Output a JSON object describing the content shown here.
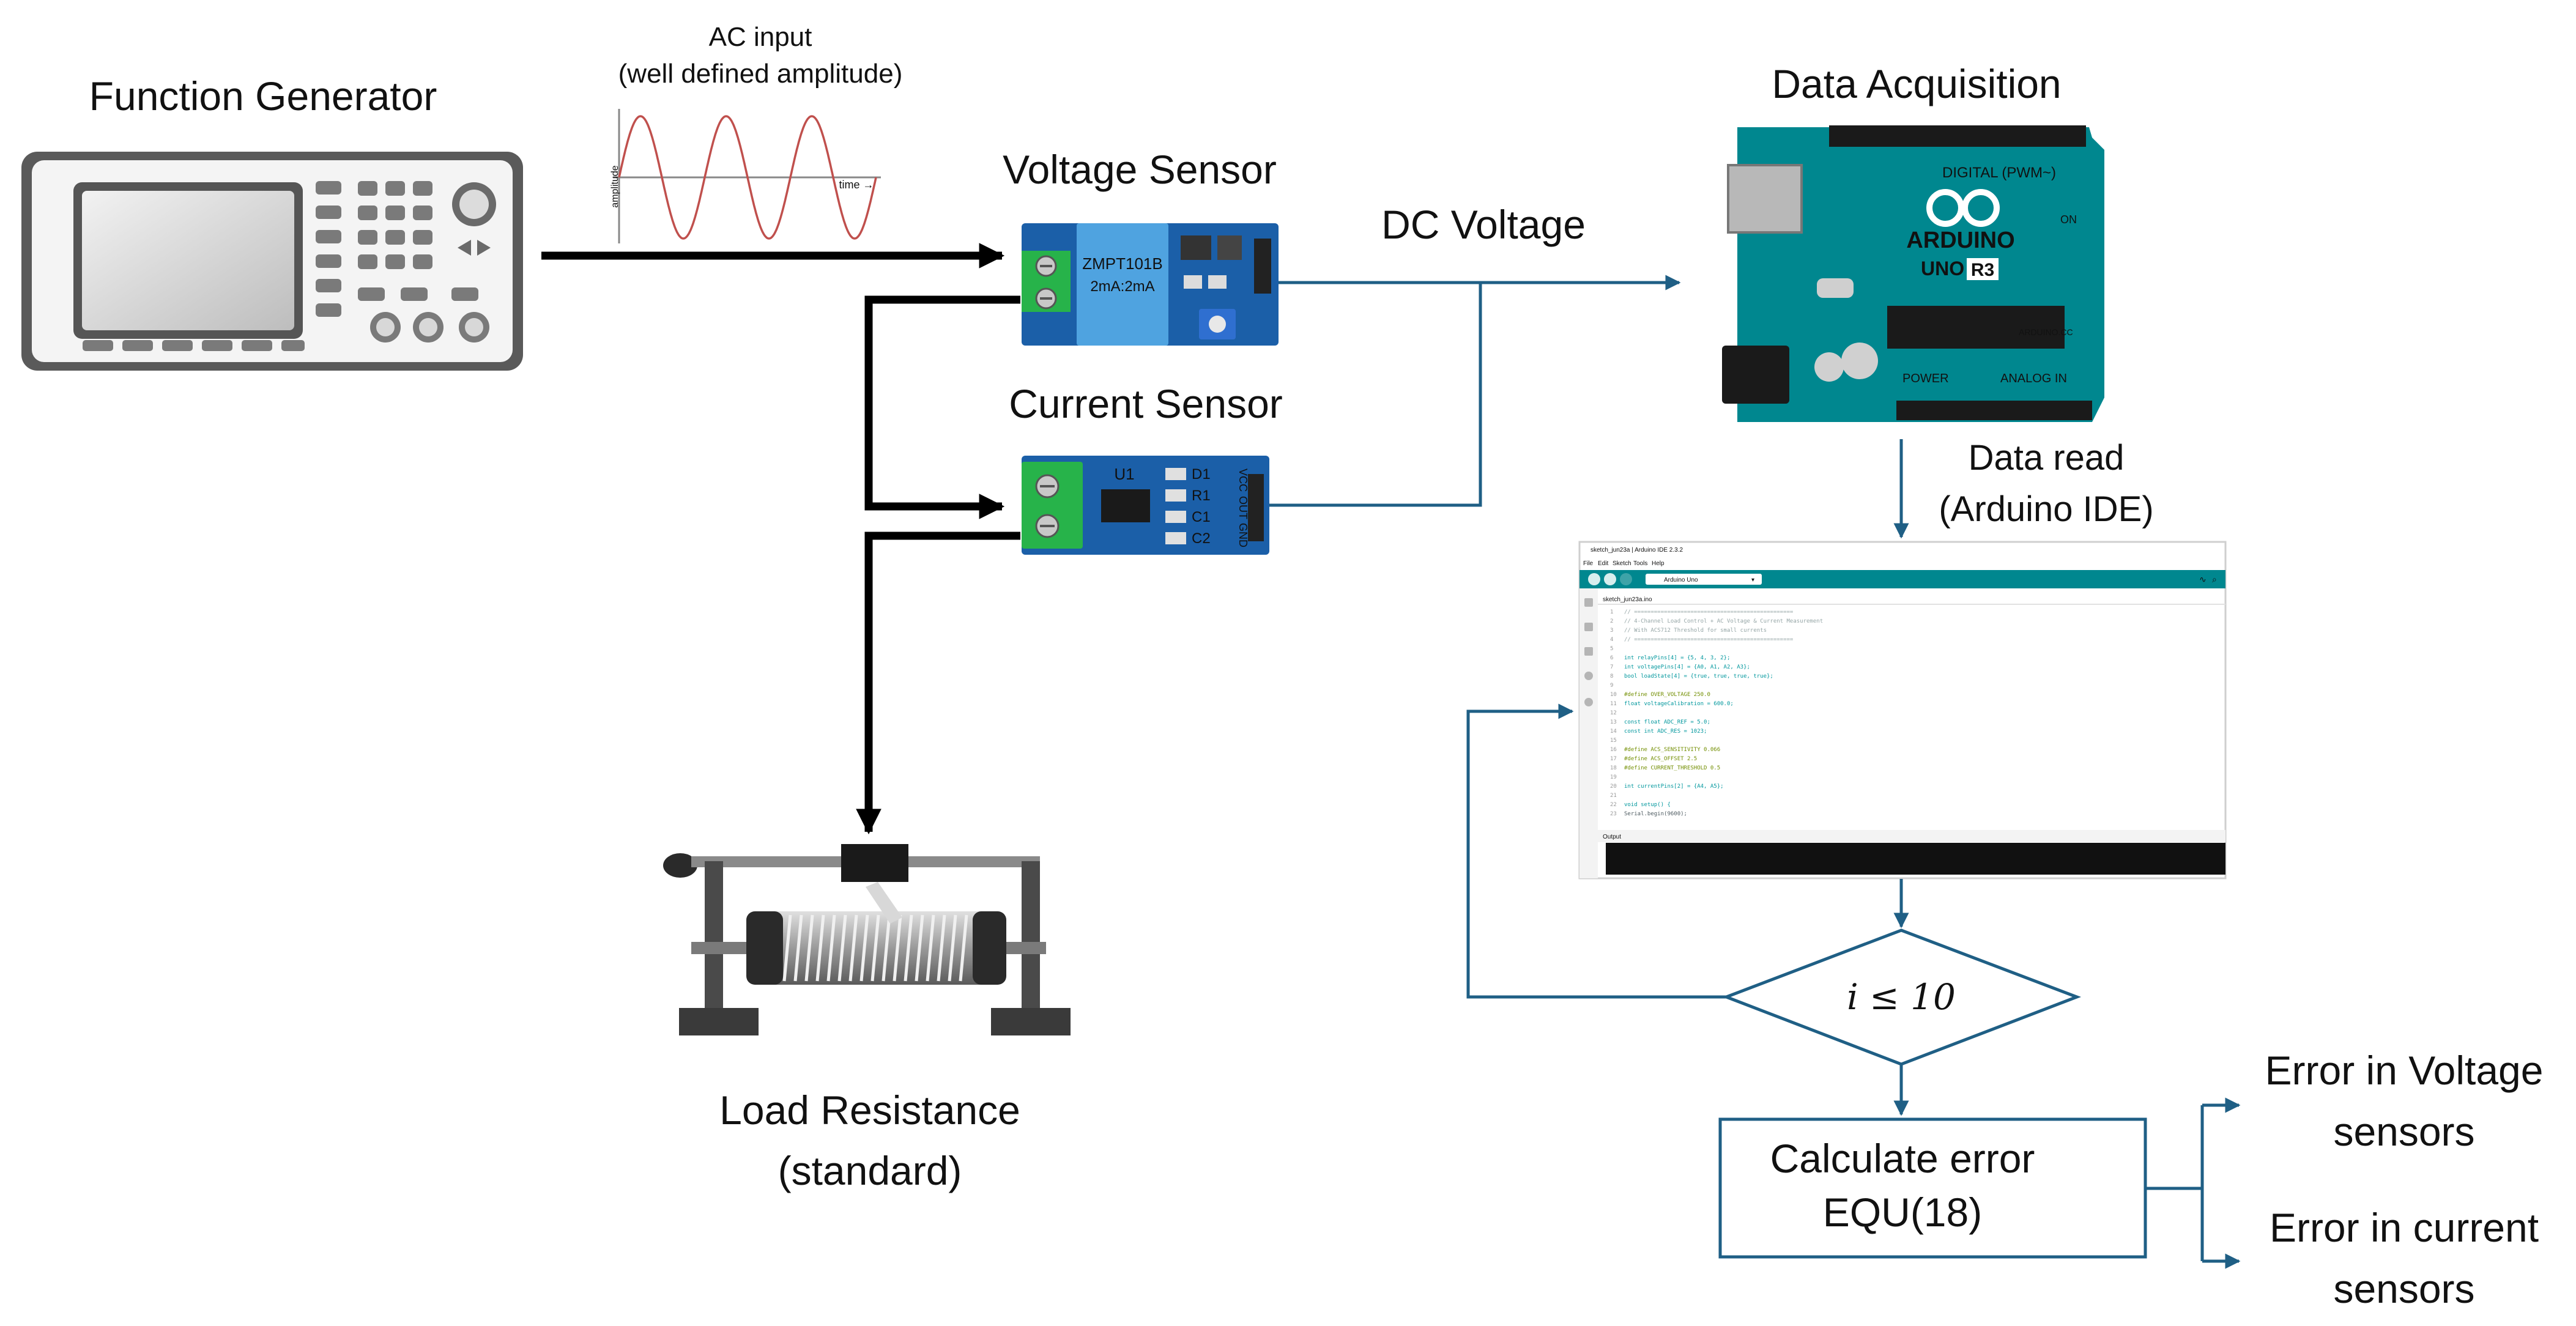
{
  "labels": {
    "function_generator": "Function Generator",
    "ac_input_line1": "AC input",
    "ac_input_line2": "(well defined amplitude)",
    "wave_ylabel": "amplitude",
    "wave_xlabel": "time →",
    "voltage_sensor": "Voltage Sensor",
    "current_sensor": "Current Sensor",
    "dc_voltage": "DC Voltage",
    "data_acquisition": "Data Acquisition",
    "data_read_line1": "Data read",
    "data_read_line2": "(Arduino IDE)",
    "load_resistance_line1": "Load Resistance",
    "load_resistance_line2": "(standard)",
    "loop_condition": "i ≤ 10",
    "calc_line1": "Calculate error",
    "calc_line2": "EQU(18)",
    "out_voltage_line1": "Error in Voltage",
    "out_voltage_line2": "sensors",
    "out_current_line1": "Error in current",
    "out_current_line2": "sensors"
  },
  "zmpt_module": {
    "line1": "ZMPT101B",
    "line2": "2mA:2mA"
  },
  "acs_module": {
    "chip": "U1",
    "pins": [
      "VCC",
      "OUT",
      "GND"
    ],
    "leds": [
      "D1",
      "R1",
      "C1",
      "C2"
    ]
  },
  "arduino": {
    "brand": "ARDUINO",
    "model": "UNO",
    "rev": "R3",
    "digital": "DIGITAL (PWM~)",
    "analog": "ANALOG IN",
    "power": "POWER",
    "on": "ON",
    "site": "ARDUINO.CC"
  },
  "ide": {
    "title": "sketch_jun23a | Arduino IDE 2.3.2",
    "menu": [
      "File",
      "Edit",
      "Sketch",
      "Tools",
      "Help"
    ],
    "board": "Arduino Uno",
    "tab": "sketch_jun23a.ino",
    "code": [
      "// ================================================",
      "// 4-Channel Load Control + AC Voltage & Current Measurement",
      "// With ACS712 Threshold for small currents",
      "// ================================================",
      "",
      "int relayPins[4] = {5, 4, 3, 2};",
      "int voltagePins[4] = {A0, A1, A2, A3};",
      "bool loadState[4] = {true, true, true, true};",
      "",
      "#define OVER_VOLTAGE 250.0",
      "float voltageCalibration = 600.0;",
      "",
      "const float ADC_REF = 5.0;",
      "const int ADC_RES = 1023;",
      "",
      "#define ACS_SENSITIVITY 0.066",
      "#define ACS_OFFSET 2.5",
      "#define CURRENT_THRESHOLD 0.5",
      "",
      "int currentPins[2] = {A4, A5};",
      "",
      "void setup() {",
      "  Serial.begin(9600);"
    ],
    "output_label": "Output"
  },
  "colors": {
    "flow": "#1f5f85",
    "black_wire": "#000000",
    "pcb_blue": "#1b5fa8",
    "arduino_teal": "#00878f",
    "ide_teal": "#00878f",
    "wave": "#c0504d",
    "terminal_green": "#27b34a"
  }
}
